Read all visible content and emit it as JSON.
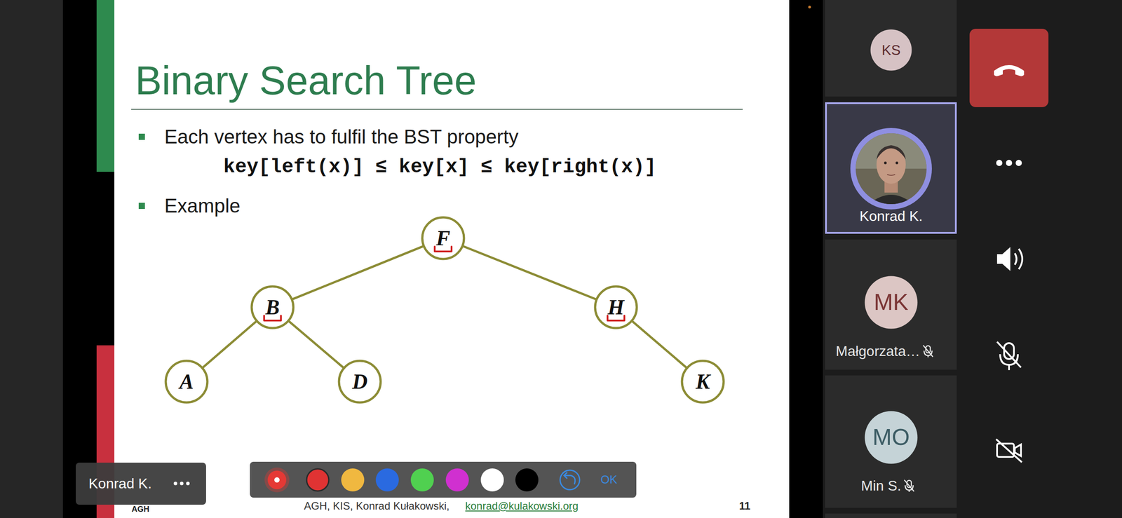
{
  "diagram": {
    "title": "Binary Search Tree",
    "nodes": [
      {
        "text": [
          "F"
        ]
      },
      {
        "text": [
          "B"
        ]
      },
      {
        "text": [
          "H"
        ]
      },
      {
        "text": [
          "A"
        ]
      },
      {
        "text": [
          "D"
        ]
      },
      {
        "text": [
          "K"
        ]
      },
      {
        "text": [
          "KS"
        ]
      },
      {
        "text": [
          "MK"
        ]
      },
      {
        "text": [
          "MO"
        ]
      }
    ],
    "edges": [
      {
        "from": 0,
        "to": 1,
        "arrow": "none"
      },
      {
        "from": 0,
        "to": 2,
        "arrow": "none"
      },
      {
        "from": 1,
        "to": 3,
        "arrow": "none"
      },
      {
        "from": 1,
        "to": 4,
        "arrow": "none"
      },
      {
        "from": 2,
        "to": 5,
        "arrow": "none"
      }
    ],
    "labels": [
      "Each vertex has to fulfil the BST property",
      "key[left(x)] ≤ key[x] ≤ key[right(x)]",
      "Example",
      "AGH",
      "AGH, KIS, Konrad Kułakowski,",
      "konrad@kulakowski.org",
      "11",
      "Konrad K.",
      "Małgorzata…",
      "Min S.",
      "Konrad K.",
      "OK"
    ]
  }
}
